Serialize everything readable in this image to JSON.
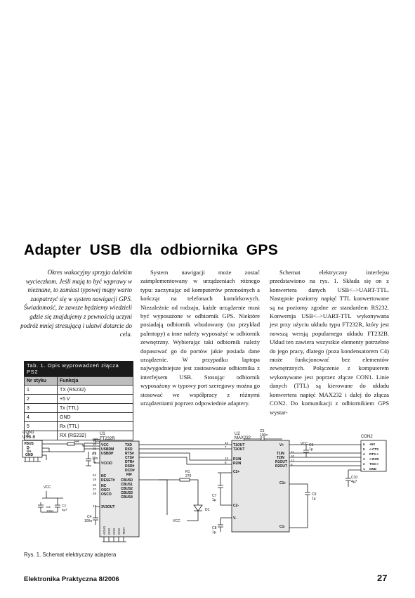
{
  "article": {
    "title": "Adapter USB dla odbiornika GPS",
    "lead": "Okres wakacyjny sprzyja dalekim wycieczkom. Jeśli mają to być wyprawy w nieznane, to zamiast typowej mapy warto zaopatrzyć się w system nawigacji GPS. Świadomość, że zawsze będziemy wiedzieli gdzie się znajdujemy z pewnością uczyni podróż mniej stresującą i ułatwi dotarcie do celu.",
    "column2": "System nawigacji może zostać zaimplementowany w urządzeniach różnego typu: zaczynając od komputerów przenośnych a kończąc na telefonach komórkowych. Niezależnie od rodzaju, każde urządzenie musi być wyposażone w odbiornik GPS. Niektóre posiadają odbiornik wbudowany (na przykład palmtopy) a inne należy wyposażyć w odbiornik zewnętrzny. Wybierając taki odbiornik należy dopasować go do portów jakie posiada dane urządzenie. W przypadku laptopa najwygodniejsze jest zastosowanie odbiornika z interfejsem USB. Stosując odbiornik wyposażony w typowy port szeregowy można go stosować we współpracy z różnymi urządzeniami poprzez odpowiednie adaptery.",
    "column3": "Schemat elektryczny interfejsu przedstawiono na rys. 1. Składa się on z konwertera danych USB<–>UART-TTL. Następnie poziomy napięć TTL konwertowane są na poziomy zgodne ze standardem RS232. Konwersja USB<–>UART-TTL wykonywana jest przy użyciu układu typu FT232R, który jest nowszą wersją popularnego układu FT232B. Układ ten zawiera wszystkie elementy potrzebne do jego pracy, dlatego (poza kondensatorem C4) może funkcjonować bez elementów zewnętrznych. Połączenie z komputerem wykonywane jest poprzez złącze CON1. Linie danych (TTL) są kierowane do układu konwertera napięć MAX232 i dalej do złącza CON2. Do komunikacji z odbiornikiem GPS wystar-"
  },
  "table": {
    "caption": "Tab. 1. Opis wyprowadzeń złącza PS2",
    "headers": [
      "Nr styku",
      "Funkcja"
    ],
    "rows": [
      [
        "1",
        "TX (RS232)"
      ],
      [
        "2",
        "+5 V"
      ],
      [
        "3",
        "Tx (TTL)"
      ],
      [
        "4",
        "GND"
      ],
      [
        "5",
        "Rx (TTL)"
      ],
      [
        "6",
        "RX (RS232)"
      ]
    ]
  },
  "schematic": {
    "con1": "CON1",
    "con1_type": "USB-B",
    "con1_pins": [
      "VBUS",
      "D-",
      "D+",
      "GND"
    ],
    "fr": "FR",
    "vcc": "VCC",
    "c1": "C1",
    "c1v": "10n",
    "u1": "U1",
    "u1_type": "FT232R",
    "u1_left": [
      "VCC",
      "USBDM",
      "USBDP",
      "VCCIO",
      "NC",
      "RESET#",
      "NC",
      "OSCI",
      "OSCO",
      "3V3OUT"
    ],
    "u1_left_nums": [
      "20",
      "15",
      "16",
      "4",
      "24",
      "19",
      "26",
      "27",
      "28",
      "17"
    ],
    "u1_right": [
      "TXD",
      "RXD",
      "RTS#",
      "CTS#",
      "DTR#",
      "DSR#",
      "DCD#",
      "RI#",
      "CBUS0",
      "CBUS1",
      "CBUS2",
      "CBUS3",
      "CBUS4"
    ],
    "u1_gnd": [
      "AGND",
      "GND",
      "GND",
      "GND",
      "TEST"
    ],
    "c4": "C4",
    "c4v": "100n",
    "c2": "C2",
    "c2v": "100n",
    "c3": "C3",
    "c3v": "4µ7",
    "r1": "R1",
    "r1v": "270",
    "d1": "D1",
    "c5": "C5",
    "c5v": "100n",
    "u2": "U2",
    "u2_type": "MAX232",
    "u2_left": [
      "T1OUT",
      "T2OUT",
      "R1IN",
      "R2IN",
      "C2+",
      "C2-",
      "V-"
    ],
    "u2_left_nums": [
      "14",
      "7",
      "13",
      "8"
    ],
    "u2_right": [
      "V+",
      "T1IN",
      "T2IN",
      "R1OUT",
      "R2OUT",
      "C1+",
      "C1-"
    ],
    "u2_right_nums": [
      "11",
      "10",
      "12",
      "9"
    ],
    "c6": "C6",
    "c6v": "1µ",
    "c7": "C7",
    "c7v": "1µ",
    "c8": "C8",
    "c8v": "1µ",
    "c9": "C9",
    "c9v": "1µ",
    "c10": "C10",
    "c10v": "4µ7",
    "con2": "CON2",
    "con2_labels": [
      "+5V",
      "<-CTS",
      "RTS->",
      "<-RXD",
      "TXD->",
      "GND"
    ],
    "con2_nums": [
      "6",
      "5",
      "4",
      "3",
      "2",
      "1"
    ]
  },
  "figure_caption": "Rys. 1. Schemat elektryczny adaptera",
  "footer": {
    "journal": "Elektronika Praktyczna 8/2006",
    "page": "27"
  },
  "colors": {
    "table_caption_bg": "#1a1a1a",
    "table_header_bg": "#bdbdbd",
    "chip_fill": "#e6e6e6"
  }
}
